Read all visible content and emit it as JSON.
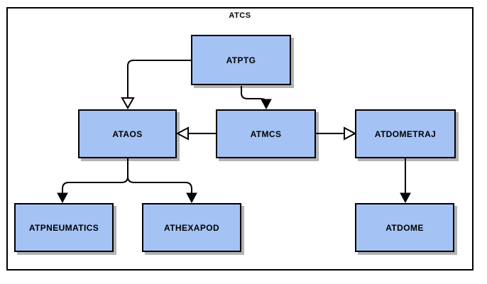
{
  "diagram": {
    "title": "ATCS",
    "nodes": [
      {
        "id": "atptg",
        "label": "ATPTG"
      },
      {
        "id": "ataos",
        "label": "ATAOS"
      },
      {
        "id": "atmcs",
        "label": "ATMCS"
      },
      {
        "id": "atdometraj",
        "label": "ATDOMETRAJ"
      },
      {
        "id": "atpneumatics",
        "label": "ATPNEUMATICS"
      },
      {
        "id": "athexapod",
        "label": "ATHEXAPOD"
      },
      {
        "id": "atdome",
        "label": "ATDOME"
      }
    ],
    "edges": [
      {
        "from": "ATPTG",
        "to": "ATAOS",
        "arrowhead": "open-triangle"
      },
      {
        "from": "ATPTG",
        "to": "ATMCS",
        "arrowhead": "filled"
      },
      {
        "from": "ATMCS",
        "to": "ATAOS",
        "arrowhead": "open-triangle"
      },
      {
        "from": "ATMCS",
        "to": "ATDOMETRAJ",
        "arrowhead": "open-triangle"
      },
      {
        "from": "ATAOS",
        "to": "ATPNEUMATICS",
        "arrowhead": "filled"
      },
      {
        "from": "ATAOS",
        "to": "ATHEXAPOD",
        "arrowhead": "filled"
      },
      {
        "from": "ATDOMETRAJ",
        "to": "ATDOME",
        "arrowhead": "filled"
      }
    ],
    "colors": {
      "node_fill": "#A4C2F4",
      "node_border": "#000000",
      "node_shadow": "#B3B3B3",
      "connector": "#000000",
      "background": "#FFFFFF"
    }
  }
}
